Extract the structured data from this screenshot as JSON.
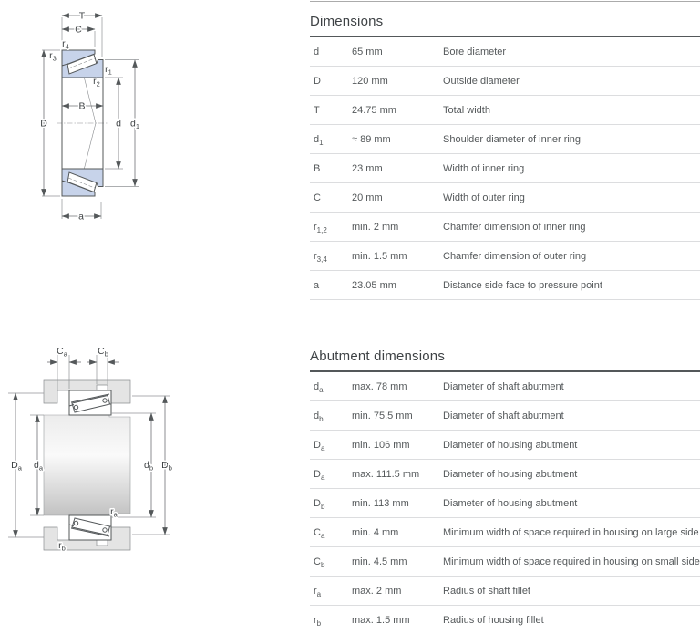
{
  "page": {
    "background": "#ffffff"
  },
  "colors": {
    "header_rule": "#54585a",
    "row_separator": "#dcdddf",
    "text": "#54585a",
    "title_text": "#3e4245",
    "diagram_ring_fill": "#c7d3ea",
    "diagram_housing_fill": "#e4e4e4",
    "diagram_outline": "#54585a"
  },
  "dimensions_table": {
    "title": "Dimensions",
    "rows": [
      {
        "symbol": "d",
        "sub": "",
        "value": "65 mm",
        "description": "Bore diameter"
      },
      {
        "symbol": "D",
        "sub": "",
        "value": "120 mm",
        "description": "Outside diameter"
      },
      {
        "symbol": "T",
        "sub": "",
        "value": "24.75 mm",
        "description": "Total width"
      },
      {
        "symbol": "d",
        "sub": "1",
        "value": "≈ 89 mm",
        "description": "Shoulder diameter of inner ring"
      },
      {
        "symbol": "B",
        "sub": "",
        "value": "23 mm",
        "description": "Width of inner ring"
      },
      {
        "symbol": "C",
        "sub": "",
        "value": "20 mm",
        "description": "Width of outer ring"
      },
      {
        "symbol": "r",
        "sub": "1,2",
        "value": "min. 2 mm",
        "description": "Chamfer dimension of inner ring"
      },
      {
        "symbol": "r",
        "sub": "3,4",
        "value": "min. 1.5 mm",
        "description": "Chamfer dimension of outer ring"
      },
      {
        "symbol": "a",
        "sub": "",
        "value": "23.05 mm",
        "description": "Distance side face to pressure point"
      }
    ]
  },
  "abutment_table": {
    "title": "Abutment dimensions",
    "rows": [
      {
        "symbol": "d",
        "sub": "a",
        "value": "max. 78 mm",
        "description": "Diameter of shaft abutment"
      },
      {
        "symbol": "d",
        "sub": "b",
        "value": "min. 75.5 mm",
        "description": "Diameter of shaft abutment"
      },
      {
        "symbol": "D",
        "sub": "a",
        "value": "min. 106 mm",
        "description": "Diameter of housing abutment"
      },
      {
        "symbol": "D",
        "sub": "a",
        "value": "max. 111.5 mm",
        "description": "Diameter of housing abutment"
      },
      {
        "symbol": "D",
        "sub": "b",
        "value": "min. 113 mm",
        "description": "Diameter of housing abutment"
      },
      {
        "symbol": "C",
        "sub": "a",
        "value": "min. 4 mm",
        "description": "Minimum width of space required in housing on large side face"
      },
      {
        "symbol": "C",
        "sub": "b",
        "value": "min. 4.5 mm",
        "description": "Minimum width of space required in housing on small side face"
      },
      {
        "symbol": "r",
        "sub": "a",
        "value": "max. 2 mm",
        "description": "Radius of shaft fillet"
      },
      {
        "symbol": "r",
        "sub": "b",
        "value": "max. 1.5 mm",
        "description": "Radius of housing fillet"
      }
    ]
  },
  "diagrams": {
    "bearing_cross_section": {
      "labels": {
        "T": "T",
        "C": "C",
        "B": "B",
        "D": "D",
        "d": "d",
        "a": "a",
        "d1": {
          "base": "d",
          "sub": "1"
        },
        "r1": {
          "base": "r",
          "sub": "1"
        },
        "r2": {
          "base": "r",
          "sub": "2"
        },
        "r3": {
          "base": "r",
          "sub": "3"
        },
        "r4": {
          "base": "r",
          "sub": "4"
        }
      }
    },
    "abutment_drawing": {
      "labels": {
        "Ca": {
          "base": "C",
          "sub": "a"
        },
        "Cb": {
          "base": "C",
          "sub": "b"
        },
        "Da": {
          "base": "D",
          "sub": "a"
        },
        "da": {
          "base": "d",
          "sub": "a"
        },
        "db": {
          "base": "d",
          "sub": "b"
        },
        "Db": {
          "base": "D",
          "sub": "b"
        },
        "ra": {
          "base": "r",
          "sub": "a"
        },
        "rb": {
          "base": "r",
          "sub": "b"
        }
      }
    }
  }
}
